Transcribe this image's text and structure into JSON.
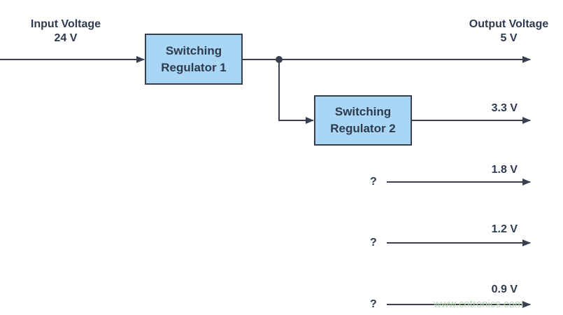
{
  "input": {
    "label": "Input Voltage",
    "value": "24 V"
  },
  "output": {
    "label": "Output Voltage",
    "value": "5 V"
  },
  "regulators": [
    {
      "line1": "Switching",
      "line2": "Regulator 1"
    },
    {
      "line1": "Switching",
      "line2": "Regulator 2"
    }
  ],
  "rails": [
    "3.3 V",
    "1.8 V",
    "1.2 V",
    "0.9 V"
  ],
  "unknown_source": "?",
  "watermark": "www.cntronics.com",
  "colors": {
    "line": "#384050",
    "box_fill": "#a9d6f5",
    "text": "#2e3a4e"
  }
}
